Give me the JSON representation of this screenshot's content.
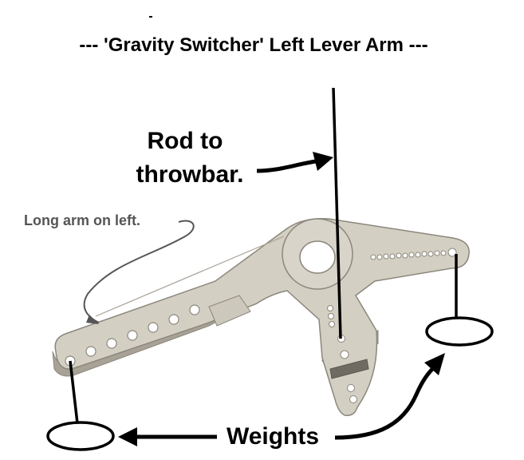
{
  "title": "--- 'Gravity Switcher' Left Lever Arm ---",
  "labels": {
    "rod_line1": "Rod to",
    "rod_line2": "throwbar.",
    "long_arm": "Long arm on left.",
    "weights": "Weights"
  },
  "colors": {
    "lever_fill": "#d4cfc3",
    "lever_edge": "#8c877d",
    "lever_side": "#a7a196",
    "ink": "#000000",
    "note_text": "#555555"
  }
}
